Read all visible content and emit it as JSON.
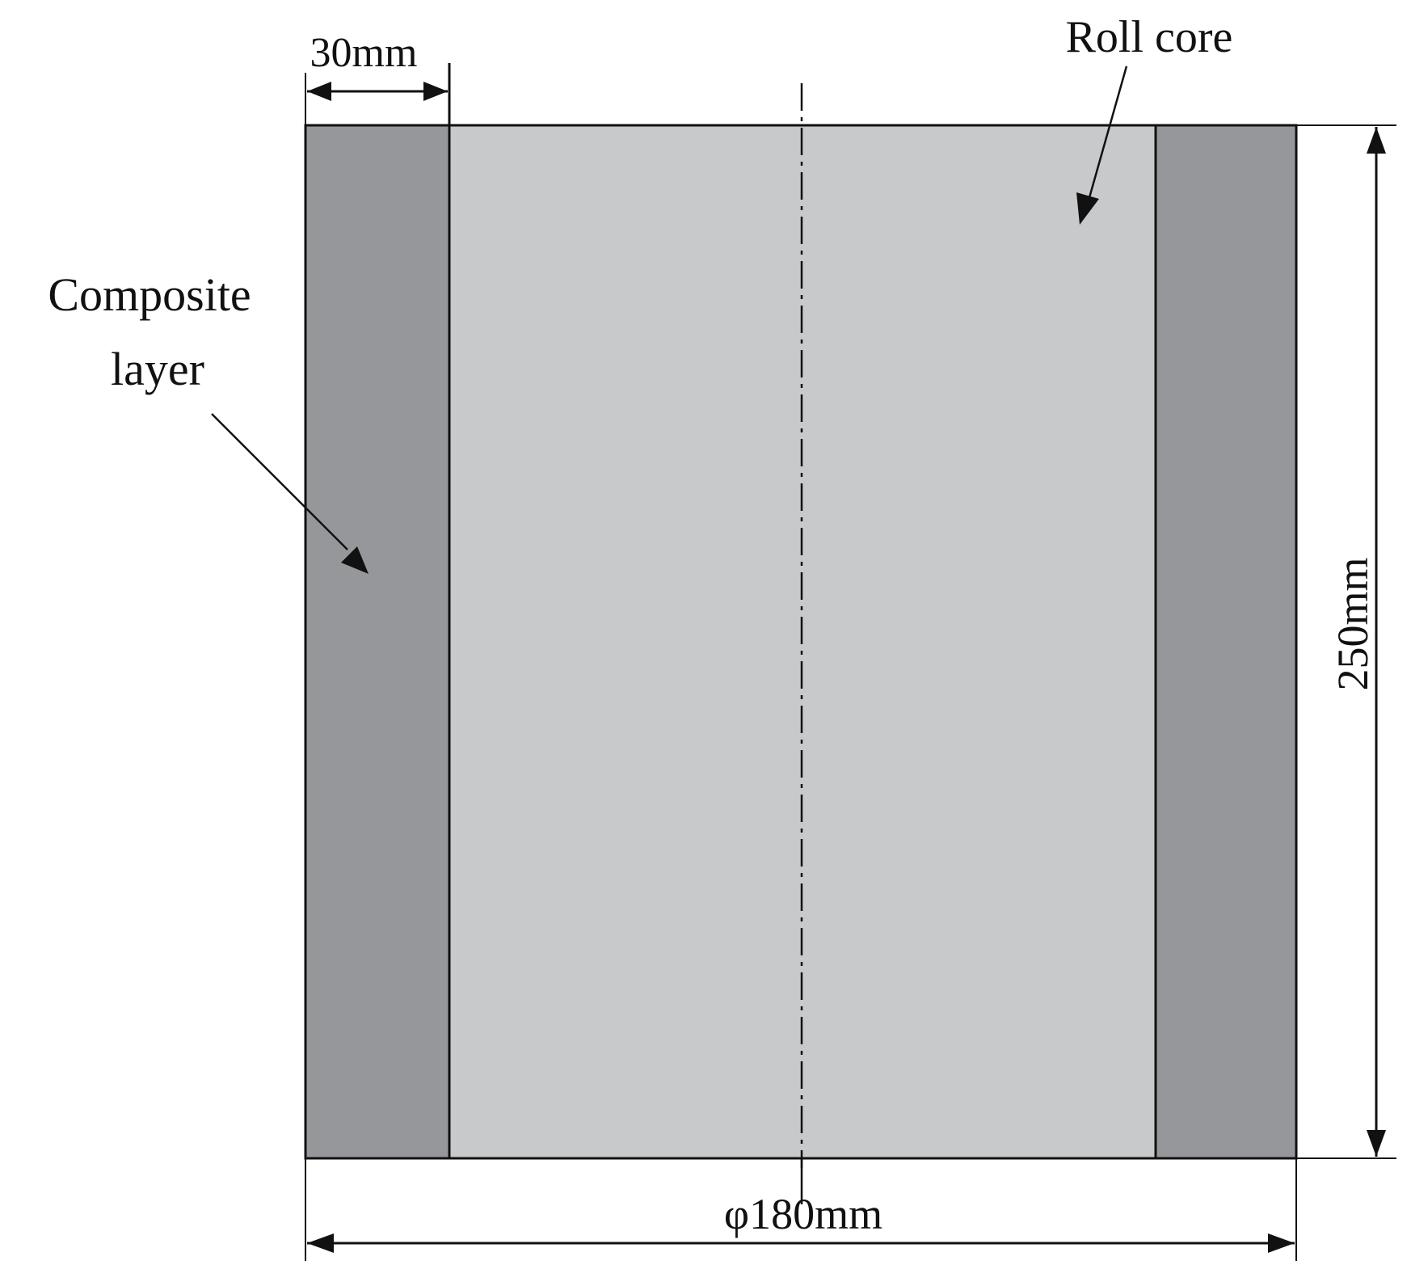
{
  "labels": {
    "roll_core": "Roll core",
    "composite_line1": "Composite",
    "composite_line2": "layer",
    "layer_thickness": "30mm",
    "height": "250mm",
    "diameter": "φ180mm"
  },
  "colors": {
    "composite_layer": "#96979b",
    "roll_core": "#c8c9cb",
    "lines": "#111111",
    "background": "#ffffff"
  }
}
